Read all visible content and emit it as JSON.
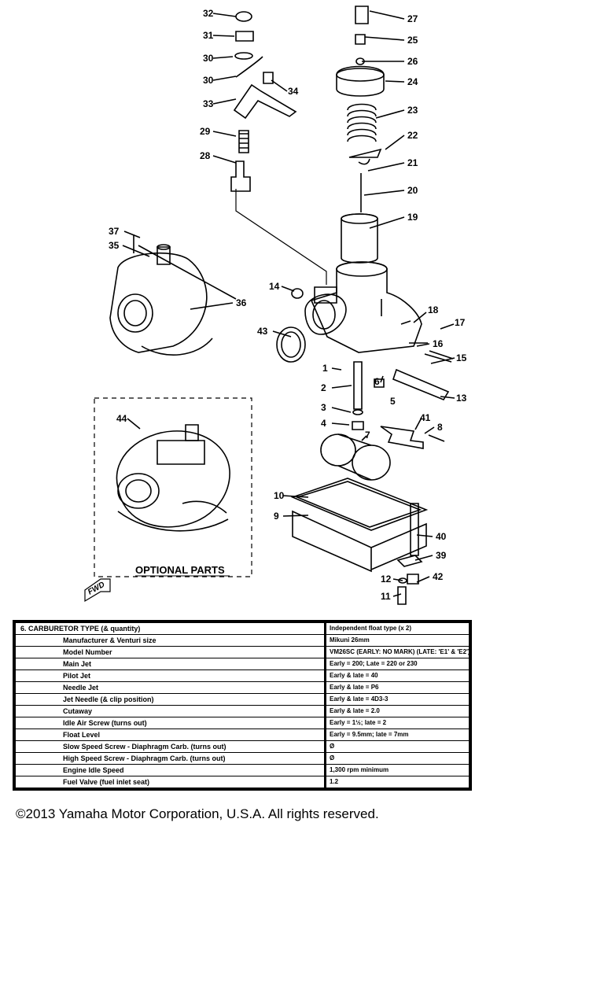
{
  "callouts": [
    "32",
    "31",
    "30",
    "30",
    "33",
    "34",
    "29",
    "28",
    "27",
    "25",
    "26",
    "24",
    "23",
    "22",
    "21",
    "20",
    "19",
    "37",
    "35",
    "36",
    "14",
    "18",
    "17",
    "16",
    "15",
    "43",
    "1",
    "2",
    "6",
    "5",
    "13",
    "3",
    "4",
    "7",
    "41",
    "8",
    "44",
    "10",
    "9",
    "40",
    "39",
    "12",
    "42",
    "11"
  ],
  "optional_parts_label": "OPTIONAL PARTS",
  "fwd_label": "FWD",
  "spec_table": {
    "header": {
      "param": "6. CARBURETOR TYPE (& quantity)",
      "value": "Independent float type (x 2)"
    },
    "rows": [
      {
        "param": "Manufacturer & Venturi size",
        "value": "Mikuni 26mm"
      },
      {
        "param": "Model Number",
        "value": "VM26SC (EARLY: NO MARK) (LATE: 'E1' & 'E2')"
      },
      {
        "param": "Main Jet",
        "value": "Early = 200; Late = 220 or 230"
      },
      {
        "param": "Pilot Jet",
        "value": "Early & late = 40"
      },
      {
        "param": "Needle Jet",
        "value": "Early & late = P6"
      },
      {
        "param": "Jet Needle (& clip position)",
        "value": "Early & late = 4D3-3"
      },
      {
        "param": "Cutaway",
        "value": "Early & late = 2.0"
      },
      {
        "param": "Idle Air Screw (turns out)",
        "value": "Early = 1½; late = 2"
      },
      {
        "param": "Float Level",
        "value": "Early = 9.5mm; late = 7mm"
      },
      {
        "param": "Slow Speed Screw - Diaphragm Carb. (turns out)",
        "value": "Ø"
      },
      {
        "param": "High Speed Screw - Diaphragm Carb. (turns out)",
        "value": "Ø"
      },
      {
        "param": "Engine Idle Speed",
        "value": "1,300 rpm minimum"
      },
      {
        "param": "Fuel Valve (fuel inlet seat)",
        "value": "1.2"
      }
    ]
  },
  "copyright": "©2013 Yamaha Motor Corporation, U.S.A. All rights reserved."
}
